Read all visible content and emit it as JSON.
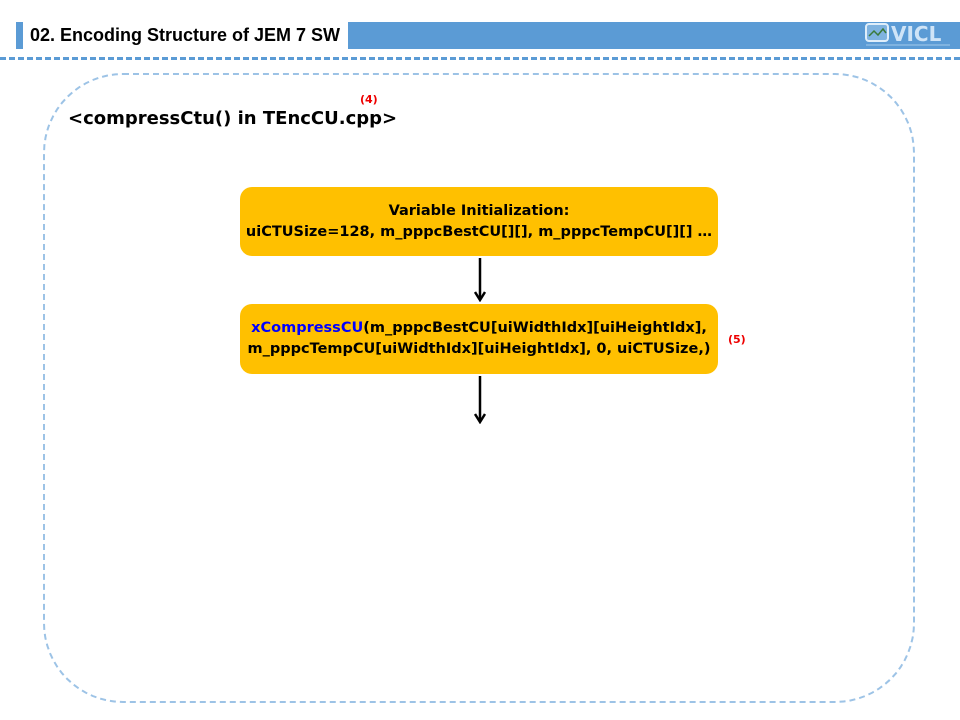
{
  "header": {
    "title": "02. Encoding Structure of JEM 7 SW",
    "logo_text": "VICL",
    "accent": "#5b9bd5"
  },
  "content": {
    "heading": "<compressCtu() in TEncCU.cpp>",
    "heading_note": "(4)",
    "box1": {
      "line1": "Variable Initialization:",
      "line2": "uiCTUSize=128, m_pppcBestCU[][], m_pppcTempCU[][] …"
    },
    "box2": {
      "func": "xCompressCU",
      "line1_rest": "(m_pppcBestCU[uiWidthIdx][uiHeightIdx],",
      "line2": "m_pppcTempCU[uiWidthIdx][uiHeightIdx], 0, uiCTUSize,)",
      "note": "(5)"
    },
    "box_color": "#ffc000"
  }
}
